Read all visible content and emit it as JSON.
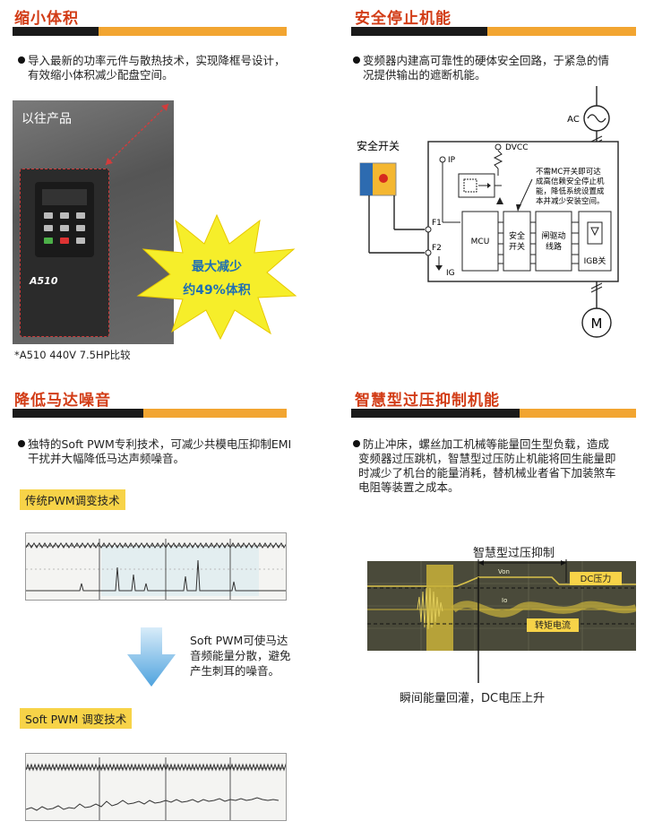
{
  "sections": {
    "compact": {
      "title": "缩小体积",
      "text_l1": "导入最新的功率元件与散热技术，实现降框号设计，",
      "text_l2": "有效缩小体积减少配盘空间。",
      "photo_caption": "以往产品",
      "device_model": "A510",
      "burst_l1": "最大减少",
      "burst_l2": "约49%体积",
      "note": "*A510  440V  7.5HP比较"
    },
    "safety": {
      "title": "安全停止机能",
      "text_l1": "变频器内建高可靠性的硬体安全回路，于紧急的情",
      "text_l2": "况提供输出的遮断机能。",
      "switch_label": "安全开关",
      "labels": {
        "ac": "AC",
        "dvcc": "DVCC",
        "ip": "IP",
        "f1": "F1",
        "f2": "F2",
        "ig": "IG",
        "mcu": "MCU",
        "safe_l1": "安全",
        "safe_l2": "开关",
        "gate_l1": "闸驱动",
        "gate_l2": "线路",
        "igbt": "IGB关",
        "motor": "M",
        "note_l1": "不需MC开关即可达",
        "note_l2": "成高信赖安全停止机",
        "note_l3": "能，降低系统设置成",
        "note_l4": "本并减少安装空间。"
      }
    },
    "noise": {
      "title": "降低马达噪音",
      "text_l1": "独特的Soft PWM专利技术，可减少共模电压抑制EMI",
      "text_l2": "干扰并大幅降低马达声频噪音。",
      "tag_traditional": "传统PWM调变技术",
      "tag_soft": "Soft PWM 调变技术",
      "arrow_l1": "Soft PWM可使马达",
      "arrow_l2": "音频能量分散，避免",
      "arrow_l3": "产生刺耳的噪音。"
    },
    "overvoltage": {
      "title": "智慧型过压抑制机能",
      "text_l1": "防止冲床，螺丝加工机械等能量回生型负载，造成",
      "text_l2": "变频器过压跳机，智慧型过压防止机能将回生能量即",
      "text_l3": "时减少了机台的能量消耗，替机械业者省下加装煞车",
      "text_l4": "电阻等装置之成本。",
      "chart_title": "智慧型过压抑制",
      "label_dc": "DC压力",
      "label_torque": "转矩电流",
      "label_von": "Von",
      "label_io": "Io",
      "caption": "瞬间能量回灌，DC电压上升"
    }
  },
  "colors": {
    "title": "#d23c16",
    "bar_orange": "#f2a531",
    "tag_yellow": "#f7d348",
    "burst_yellow": "#f6ee2a",
    "scope_bg": "#4a4a3a",
    "scope_wave": "#c9b23a"
  }
}
